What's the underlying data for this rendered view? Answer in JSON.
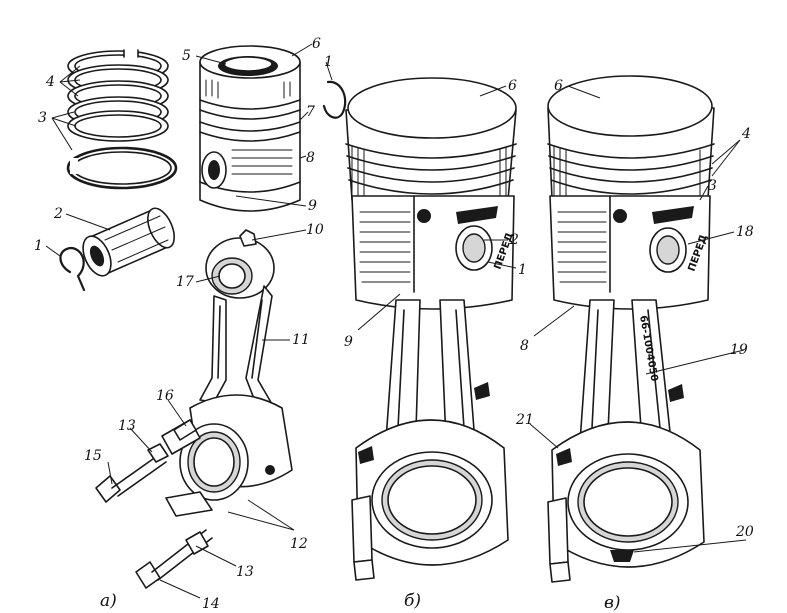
{
  "callouts": {
    "c1a": "1",
    "c1b": "1",
    "c2a": "2",
    "c3a": "3",
    "c4a": "4",
    "c5": "5",
    "c6a": "6",
    "c7": "7",
    "c8a": "8",
    "c9a": "9",
    "c10": "10",
    "c11": "11",
    "c12": "12",
    "c13a": "13",
    "c13b": "13",
    "c14": "14",
    "c15": "15",
    "c16": "16",
    "c17": "17",
    "c6b": "6",
    "c2b": "2",
    "c1c": "1",
    "c9b": "9",
    "c6c": "6",
    "c4b": "4",
    "c3b": "3",
    "c18": "18",
    "c8b": "8",
    "c19": "19",
    "c21": "21",
    "c20": "20"
  },
  "captions": {
    "a": "а)",
    "b": "б)",
    "v": "в)"
  },
  "stamps": {
    "pered_b": "ПЕРЕД",
    "pered_v": "ПЕРЕД",
    "rod_number": "66-1004050"
  }
}
